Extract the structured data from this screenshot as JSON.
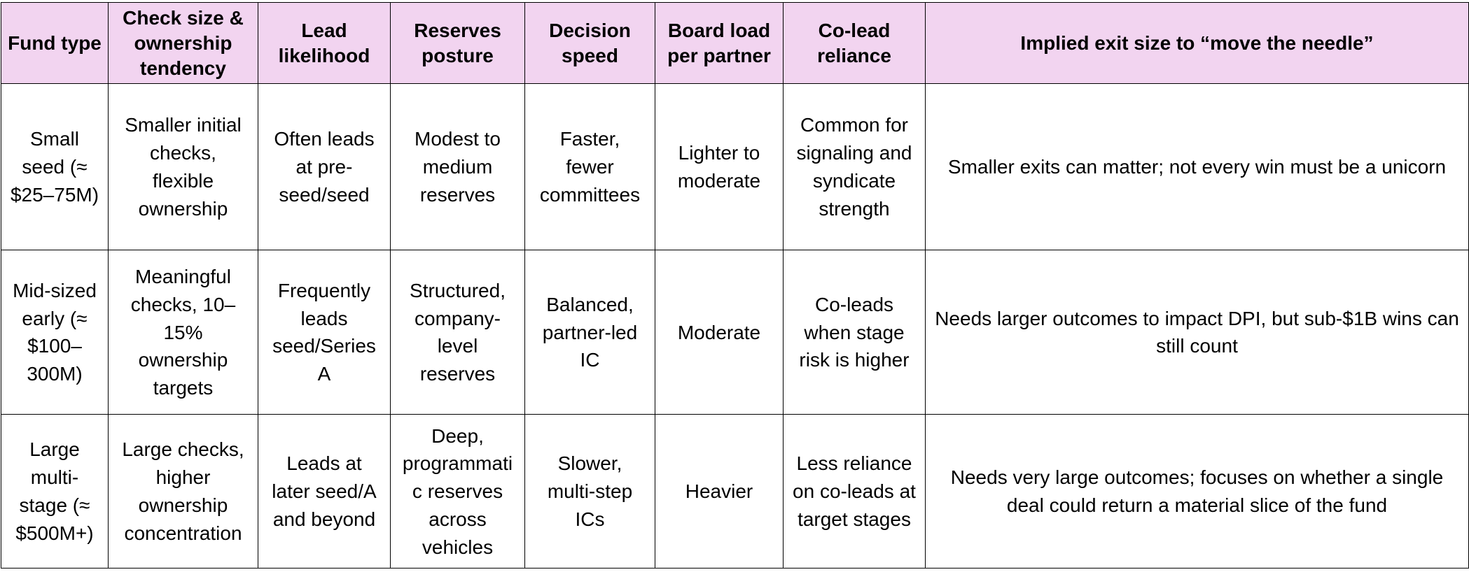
{
  "table": {
    "columns": [
      {
        "id": "fund-type",
        "label": "Fund type"
      },
      {
        "id": "check-size-ownership-tendency",
        "label": "Check size & ownership tendency"
      },
      {
        "id": "lead-likelihood",
        "label": "Lead likelihood"
      },
      {
        "id": "reserves-posture",
        "label": "Reserves posture"
      },
      {
        "id": "decision-speed",
        "label": "Decision speed"
      },
      {
        "id": "board-load-per-partner",
        "label": "Board load per partner"
      },
      {
        "id": "co-lead-reliance",
        "label": "Co-lead reliance"
      },
      {
        "id": "implied-exit-size",
        "label": "Implied exit size to “move the needle”"
      }
    ],
    "rows": [
      {
        "id": "small-seed",
        "cells": [
          "Small seed (≈ $25–75M)",
          "Smaller initial checks, flexible ownership",
          "Often leads at pre-seed/seed",
          "Modest to medium reserves",
          "Faster, fewer committees",
          "Lighter to moderate",
          "Common for signaling and syndicate strength",
          "Smaller exits can matter; not every win must be a unicorn"
        ]
      },
      {
        "id": "mid-sized-early",
        "cells": [
          "Mid-sized early (≈ $100–300M)",
          "Meaningful checks, 10–15% ownership targets",
          "Frequently leads seed/Series A",
          "Structured, company-level reserves",
          "Balanced, partner-led IC",
          "Moderate",
          "Co-leads when stage risk is higher",
          "Needs larger outcomes to impact DPI, but sub-$1B wins can still count"
        ]
      },
      {
        "id": "large-multi-stage",
        "cells": [
          "Large multi-stage (≈ $500M+)",
          "Large checks, higher ownership concentration",
          "Leads at later seed/A and beyond",
          "Deep, programmatic reserves across vehicles",
          "Slower, multi-step ICs",
          "Heavier",
          "Less reliance on co-leads at target stages",
          "Needs very large outcomes; focuses on whether a single deal could return a material slice of the fund"
        ]
      }
    ]
  },
  "colors": {
    "header_background": "#f2d4f0",
    "body_background": "#ffffff",
    "border": "#000000",
    "text": "#000000"
  }
}
